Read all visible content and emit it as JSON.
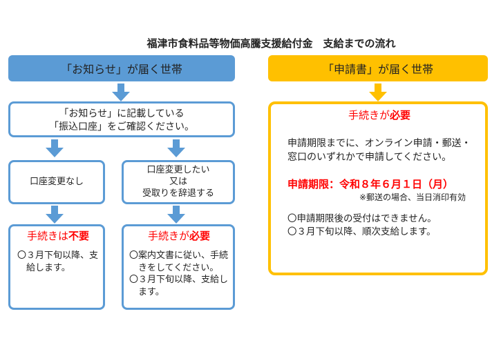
{
  "title": "福津市食料品等物価高騰支援給付金　支給までの流れ",
  "left": {
    "header": "「お知らせ」が届く世帯",
    "check_box": {
      "line1": "「お知らせ」に記載している",
      "line2": "「振込口座」をご確認ください。"
    },
    "no_change": "口座変更なし",
    "change": {
      "line1": "口座変更したい",
      "line2": "又は",
      "line3": "受取りを辞退する"
    },
    "result_left": {
      "heading_a": "手続きは",
      "heading_b": "不要",
      "items": [
        "〇３月下旬以降、支給します。"
      ]
    },
    "result_right": {
      "heading_a": "手続きが",
      "heading_b": "必要",
      "items": [
        "〇案内文書に従い、手続きをしてください。",
        "〇３月下旬以降、支給します。"
      ]
    }
  },
  "right": {
    "header": "「申請書」が届く世帯",
    "heading_a": "手続きが",
    "heading_b": "必要",
    "instruction": "申請期限までに、オンライン申請・郵送・窓口のいずれかで申請してください。",
    "deadline": "申請期限：令和８年６月１日（月）",
    "note": "※郵送の場合、当日消印有効",
    "items": [
      "〇申請期限後の受付はできません。",
      "〇３月下旬以降、順次支給します。"
    ]
  },
  "colors": {
    "blue": "#5B9BD5",
    "yellow": "#FFC000",
    "red": "#FF0000"
  }
}
